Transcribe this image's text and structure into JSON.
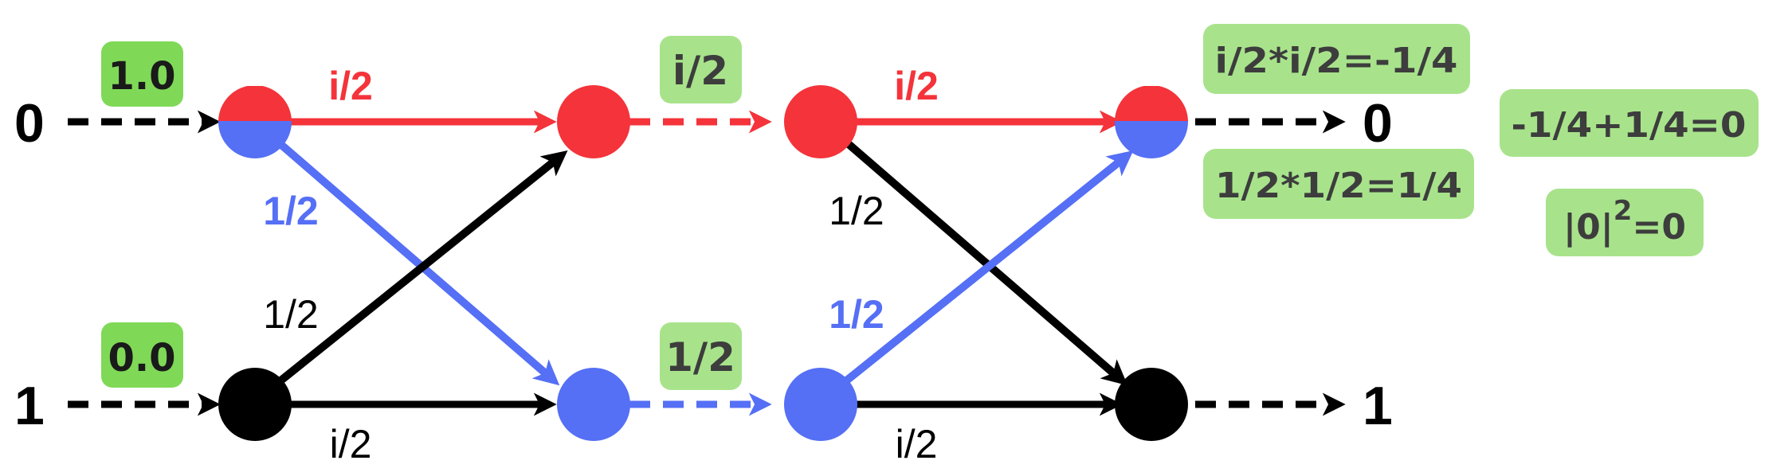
{
  "colors": {
    "red": "#f4333a",
    "blue": "#556ff5",
    "black": "#000000",
    "badge_light": "#a8e38b",
    "badge_dark": "#7fd957",
    "badge_text": "#3d3d3d"
  },
  "inputs": {
    "zero_label": "0",
    "one_label": "1",
    "zero_amp": "1.0",
    "one_amp": "0.0"
  },
  "outputs": {
    "zero_label": "0",
    "one_label": "1"
  },
  "edge_labels": {
    "top_left": "i/2",
    "cross_blue_left": "1/2",
    "cross_black_left": "1/2",
    "bottom_left": "i/2",
    "top_right": "i/2",
    "cross_black_right": "1/2",
    "cross_blue_right": "1/2",
    "bottom_right": "i/2"
  },
  "mid_amps": {
    "top": "i/2",
    "bottom": "1/2"
  },
  "calculations": {
    "red_path": "i/2*i/2=-1/4",
    "blue_path": "1/2*1/2=1/4",
    "sum": "-1/4+1/4=0",
    "prob_base": "|0|",
    "prob_exp": "2",
    "prob_result": "=0"
  }
}
